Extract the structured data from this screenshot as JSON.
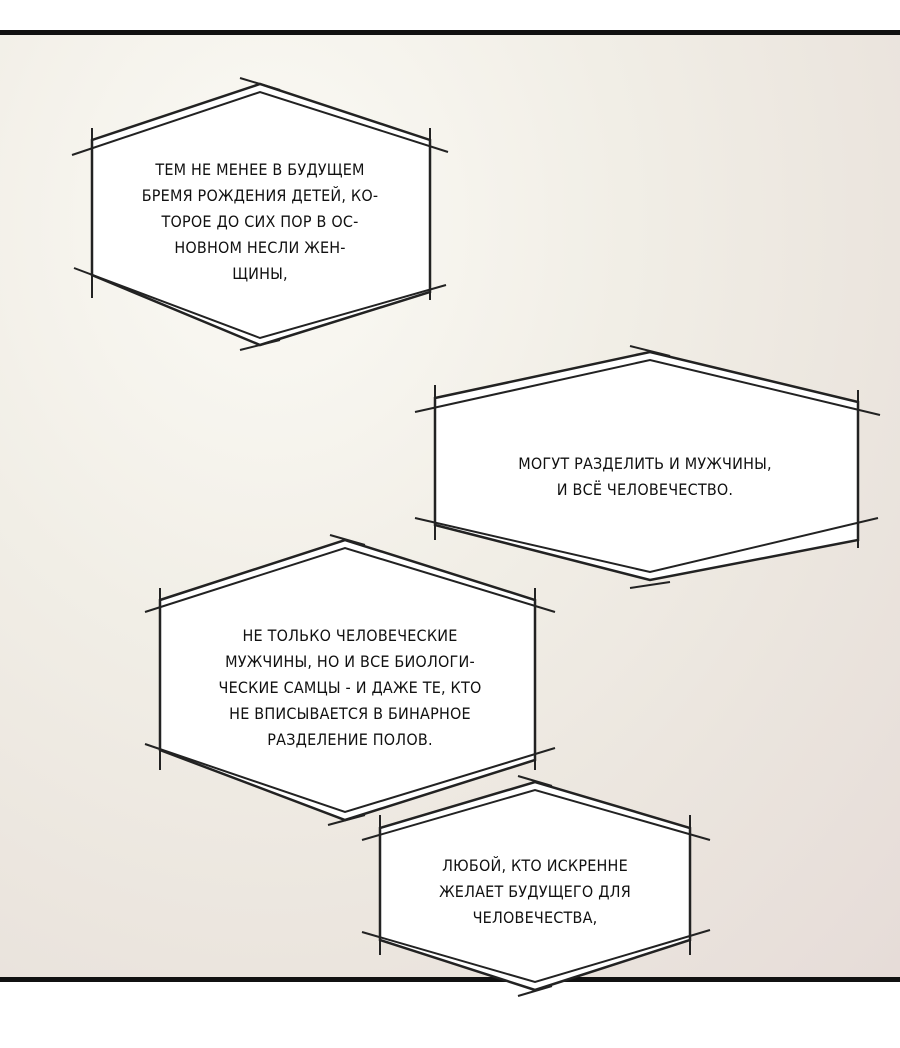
{
  "bubbles": [
    {
      "lines": [
        "Тем не менее в будущем",
        "бремя рождения детей, ко-",
        "торое до сих пор в ос-",
        "новном несли жен-",
        "щины,"
      ]
    },
    {
      "lines": [
        "Могут разделить и мужчины,",
        "и всё человечество."
      ]
    },
    {
      "lines": [
        "Не только человеческие",
        "мужчины, но и все биологи-",
        "ческие самцы - и даже те, кто",
        "не вписывается в бинарное",
        "разделение полов."
      ]
    },
    {
      "lines": [
        "Любой, кто искренне",
        "желает будущего для",
        "человечества,"
      ]
    }
  ]
}
